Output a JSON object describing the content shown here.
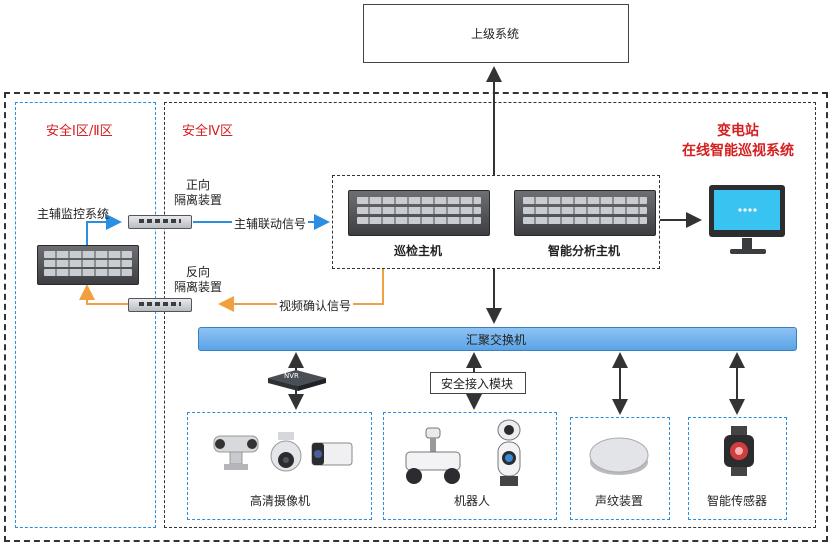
{
  "upper_system": "上级系统",
  "zone1": {
    "title": "安全Ⅰ区/Ⅱ区",
    "system_label": "主辅监控系统"
  },
  "zone4": {
    "title": "安全Ⅳ区"
  },
  "station": {
    "line1": "变电站",
    "line2": "在线智能巡视系统"
  },
  "forward_isolator": {
    "line1": "正向",
    "line2": "隔离装置"
  },
  "reverse_isolator": {
    "line1": "反向",
    "line2": "隔离装置"
  },
  "signals": {
    "linkage": "主辅联动信号",
    "video_confirm": "视频确认信号"
  },
  "hosts": {
    "patrol": "巡检主机",
    "analysis": "智能分析主机"
  },
  "switch": "汇聚交换机",
  "security_module": "安全接入模块",
  "nvr_text": "NVR",
  "devices": {
    "camera": "高清摄像机",
    "robot": "机器人",
    "acoustic": "声纹装置",
    "sensor": "智能传感器"
  },
  "colors": {
    "blue_dash": "#2a8fe0",
    "orange_arrow": "#f0a040",
    "red_text": "#d42020",
    "switch_fill": "#6fb1ee"
  }
}
